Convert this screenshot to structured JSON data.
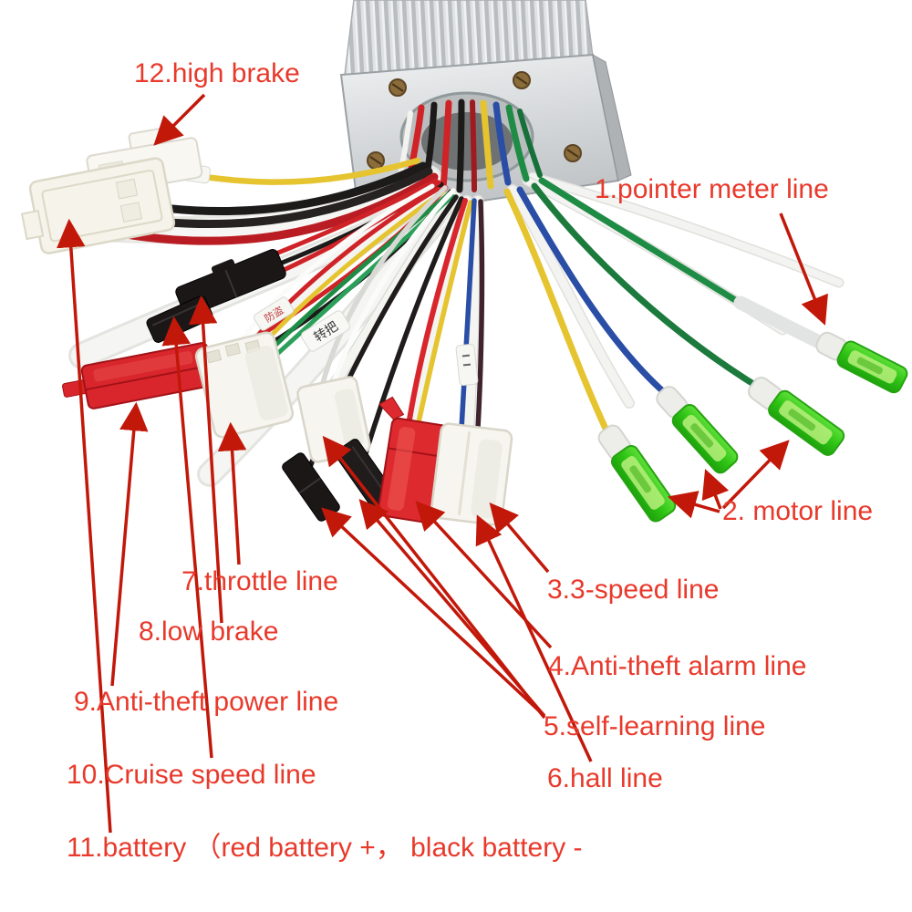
{
  "title": "E-bike brushless motor controller wiring callout photo",
  "colors": {
    "background": "#ffffff",
    "label_red": "#e8392b",
    "arrow_red": "#c2180a",
    "controller_silver": "#d6d9db",
    "green_terminal": "#35c71d",
    "red_connector": "#d8262c",
    "black_connector": "#1b1717",
    "white_connector": "#f6f5ef"
  },
  "labels": {
    "pointer_meter": "1.pointer meter line",
    "motor": "2. motor line",
    "speed3": "3.3-speed line",
    "antitheft_alarm": "4.Anti-theft alarm line",
    "self_learning": "5.self-learning line",
    "hall": "6.hall line",
    "throttle": "7.throttle line",
    "low_brake": "8.low brake",
    "antitheft_power": "9.Anti-theft power line",
    "cruise": "10.Cruise speed line",
    "battery": "11.battery （red battery +， black battery -",
    "high_brake": "12.high brake"
  },
  "sleeve_labels": {
    "throttle_cn": "转把",
    "antitheft_cn": "防盗"
  },
  "wire_colors_visible": [
    "red",
    "black",
    "yellow",
    "blue",
    "green",
    "white",
    "dark-brown",
    "gray"
  ]
}
